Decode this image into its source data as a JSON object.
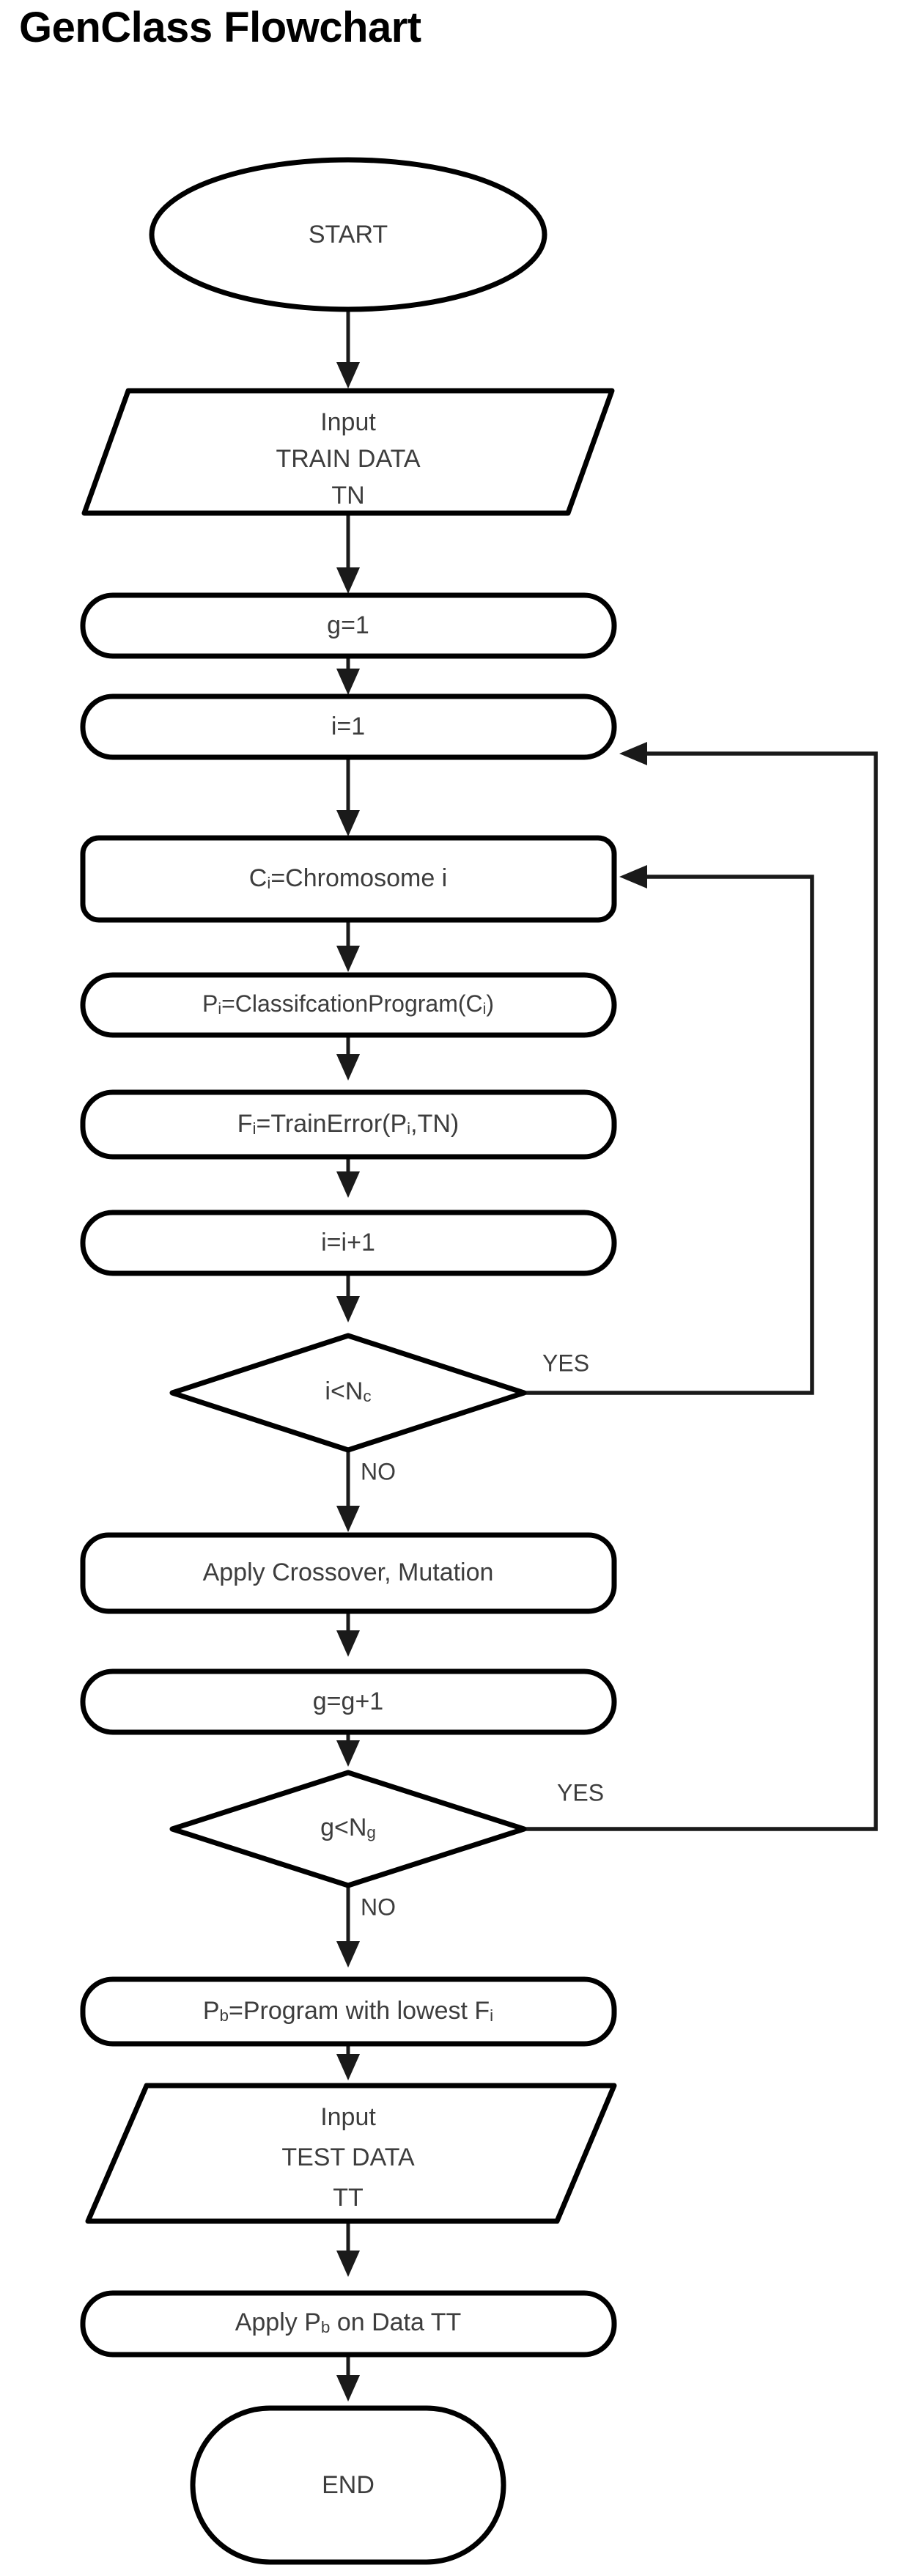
{
  "title": "GenClass Flowchart",
  "diagram": {
    "type": "flowchart",
    "orientation": "top-to-bottom",
    "nodes": [
      {
        "id": "start",
        "shape": "terminator",
        "label": "START"
      },
      {
        "id": "input_train",
        "shape": "parallelogram",
        "label_line1": "Input",
        "label_line2": "TRAIN  DATA",
        "label_line3": "TN"
      },
      {
        "id": "g_init",
        "shape": "process",
        "label": "g=1"
      },
      {
        "id": "i_init",
        "shape": "process",
        "label": "i=1"
      },
      {
        "id": "chromosome",
        "shape": "process",
        "label_main": "C",
        "label_sub": "i",
        "label_rest": "=Chromosome i"
      },
      {
        "id": "program",
        "shape": "process",
        "label_main": "P",
        "label_sub": "i",
        "label_rest": "=ClassifcationProgram(C",
        "label_sub2": "i",
        "label_tail": ")"
      },
      {
        "id": "trainerror",
        "shape": "process",
        "label_main": "F",
        "label_sub": "i",
        "label_rest": "=TrainError(P",
        "label_sub2": "i",
        "label_tail": ",TN)"
      },
      {
        "id": "i_incr",
        "shape": "process",
        "label": "i=i+1"
      },
      {
        "id": "dec_i",
        "shape": "decision",
        "label_main": "i<N",
        "label_sub": "c"
      },
      {
        "id": "crossover",
        "shape": "process",
        "label": "Apply Crossover, Mutation"
      },
      {
        "id": "g_incr",
        "shape": "process",
        "label": "g=g+1"
      },
      {
        "id": "dec_g",
        "shape": "decision",
        "label_main": "g<N",
        "label_sub": "g"
      },
      {
        "id": "best",
        "shape": "process",
        "label_main": "P",
        "label_sub": "b",
        "label_rest": "=Program with lowest F",
        "label_sub2": "i"
      },
      {
        "id": "input_test",
        "shape": "parallelogram",
        "label_line1": "Input",
        "label_line2": "TEST DATA",
        "label_line3": "TT"
      },
      {
        "id": "apply",
        "shape": "process",
        "label_main": "Apply P",
        "label_sub": "b",
        "label_rest": " on Data TT"
      },
      {
        "id": "end",
        "shape": "terminator",
        "label": "END"
      }
    ],
    "edges": [
      {
        "from": "start",
        "to": "input_train",
        "label": ""
      },
      {
        "from": "input_train",
        "to": "g_init",
        "label": ""
      },
      {
        "from": "g_init",
        "to": "i_init",
        "label": ""
      },
      {
        "from": "i_init",
        "to": "chromosome",
        "label": ""
      },
      {
        "from": "chromosome",
        "to": "program",
        "label": ""
      },
      {
        "from": "program",
        "to": "trainerror",
        "label": ""
      },
      {
        "from": "trainerror",
        "to": "i_incr",
        "label": ""
      },
      {
        "from": "i_incr",
        "to": "dec_i",
        "label": ""
      },
      {
        "from": "dec_i",
        "to": "chromosome",
        "label": "YES"
      },
      {
        "from": "dec_i",
        "to": "crossover",
        "label": "NO"
      },
      {
        "from": "crossover",
        "to": "g_incr",
        "label": ""
      },
      {
        "from": "g_incr",
        "to": "dec_g",
        "label": ""
      },
      {
        "from": "dec_g",
        "to": "i_init",
        "label": "YES"
      },
      {
        "from": "dec_g",
        "to": "best",
        "label": "NO"
      },
      {
        "from": "best",
        "to": "input_test",
        "label": ""
      },
      {
        "from": "input_test",
        "to": "apply",
        "label": ""
      },
      {
        "from": "apply",
        "to": "end",
        "label": ""
      }
    ],
    "edge_labels": {
      "yes_inner": "YES",
      "no_inner": "NO",
      "yes_outer": "YES",
      "no_outer": "NO"
    },
    "colors": {
      "background": "#ffffff",
      "stroke": "#000000",
      "connector": "#1a1a1a",
      "text": "#3d3d3d",
      "title": "#000000"
    }
  }
}
